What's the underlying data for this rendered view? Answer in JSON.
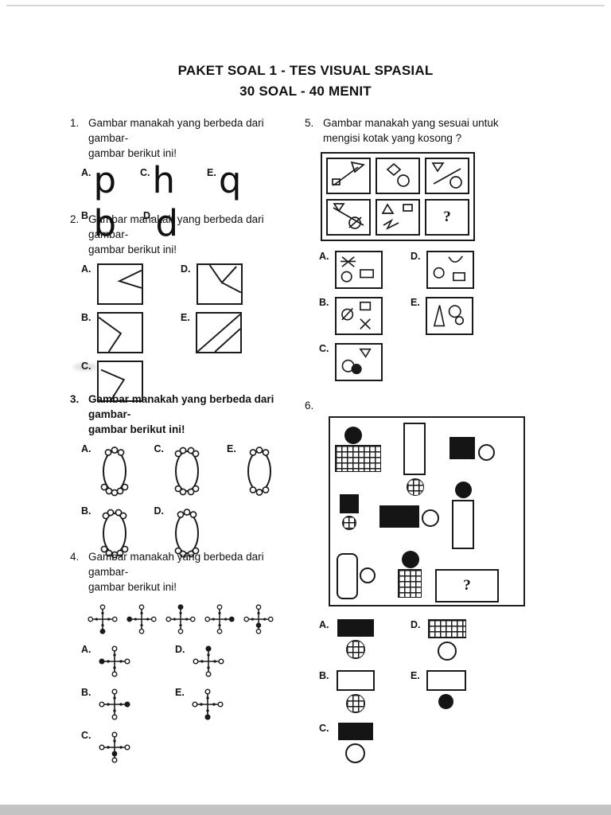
{
  "page": {
    "title_line1": "PAKET SOAL 1 - TES VISUAL SPASIAL",
    "title_line2": "30 SOAL - 40 MENIT"
  },
  "q1": {
    "number": "1.",
    "text_line1": "Gambar manakah yang berbeda dari gambar-",
    "text_line2": "gambar berikut ini!",
    "options": [
      {
        "label": "A.",
        "glyph": "p"
      },
      {
        "label": "C.",
        "glyph": "h"
      },
      {
        "label": "E.",
        "glyph": "q"
      },
      {
        "label": "B.",
        "glyph": "b"
      },
      {
        "label": "D.",
        "glyph": "d"
      }
    ]
  },
  "q2": {
    "number": "2.",
    "text_line1": "Gambar manakah yang berbeda dari gambar-",
    "text_line2": "gambar berikut ini!",
    "options": [
      {
        "label": "A."
      },
      {
        "label": "D."
      },
      {
        "label": "B."
      },
      {
        "label": "E."
      },
      {
        "label": "C."
      }
    ]
  },
  "q3": {
    "number": "3.",
    "text_line1": "Gambar manakah yang berbeda dari gambar-",
    "text_line2": "gambar berikut ini!",
    "options": [
      {
        "label": "A."
      },
      {
        "label": "C."
      },
      {
        "label": "E."
      },
      {
        "label": "B."
      },
      {
        "label": "D."
      }
    ]
  },
  "q4": {
    "number": "4.",
    "text_line1": "Gambar manakah yang berbeda dari gambar-",
    "text_line2": "gambar berikut ini!",
    "options": [
      {
        "label": "A."
      },
      {
        "label": "D."
      },
      {
        "label": "B."
      },
      {
        "label": "E."
      },
      {
        "label": "C."
      }
    ]
  },
  "q5": {
    "number": "5.",
    "text_line1": "Gambar manakah yang sesuai untuk",
    "text_line2": "mengisi kotak yang kosong ?",
    "empty_cell": "?",
    "options": [
      {
        "label": "A."
      },
      {
        "label": "D."
      },
      {
        "label": "B."
      },
      {
        "label": "E."
      },
      {
        "label": "C."
      }
    ]
  },
  "q6": {
    "number": "6.",
    "empty_cell": "?",
    "options": [
      {
        "label": "A."
      },
      {
        "label": "D."
      },
      {
        "label": "B."
      },
      {
        "label": "E."
      },
      {
        "label": "C."
      }
    ]
  }
}
